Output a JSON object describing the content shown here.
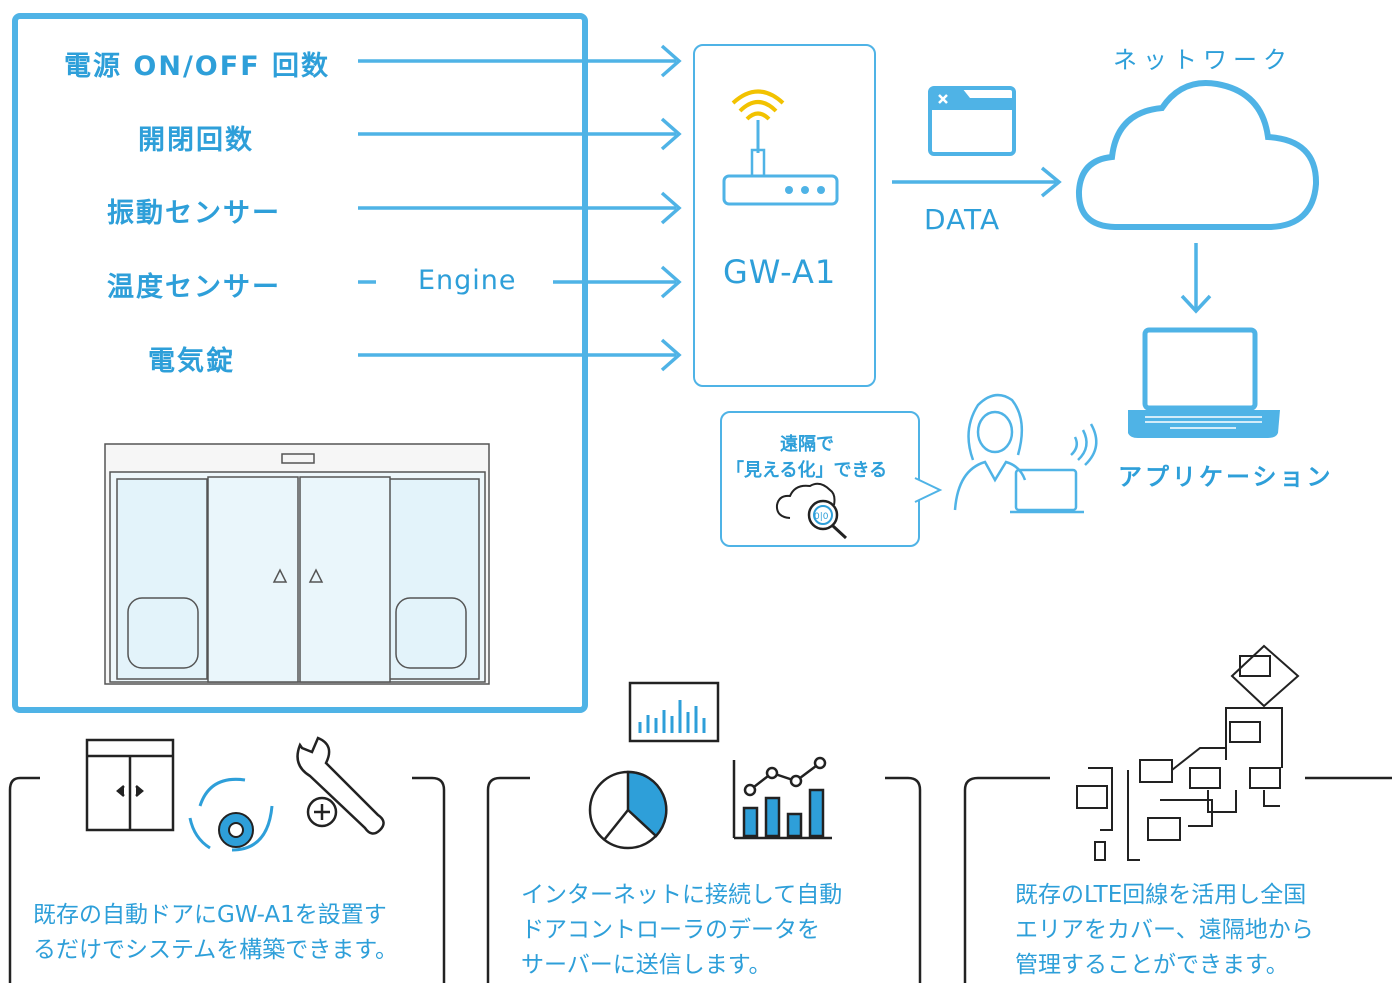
{
  "sensors": [
    "電源 ON/OFF 回数",
    "開閉回数",
    "振動センサー",
    "温度センサー",
    "電気錠"
  ],
  "engine_label": "Engine",
  "gateway_label": "GW-A1",
  "data_label": "DATA",
  "network_label": "ネットワーク",
  "cloud_label": "cloud",
  "application_label": "アプリケーション",
  "bubble": {
    "line1": "遠隔で",
    "line2": "「見える化」できる"
  },
  "features": [
    {
      "line1": "既存の自動ドアにGW-A1を設置す",
      "line2": "るだけでシステムを構築できます。"
    },
    {
      "line1": "インターネットに接続して自動",
      "line2": "ドアコントローラのデータを",
      "line3": "サーバーに送信します。"
    },
    {
      "line1": "既存のLTE回線を活用し全国",
      "line2": "エリアをカバー、遠隔地から",
      "line3": "管理することができます。"
    }
  ],
  "colors": {
    "accent": "#2e9fd9",
    "frame": "#4fb3e6",
    "dark": "#222222",
    "wifi": "#f2c200"
  }
}
